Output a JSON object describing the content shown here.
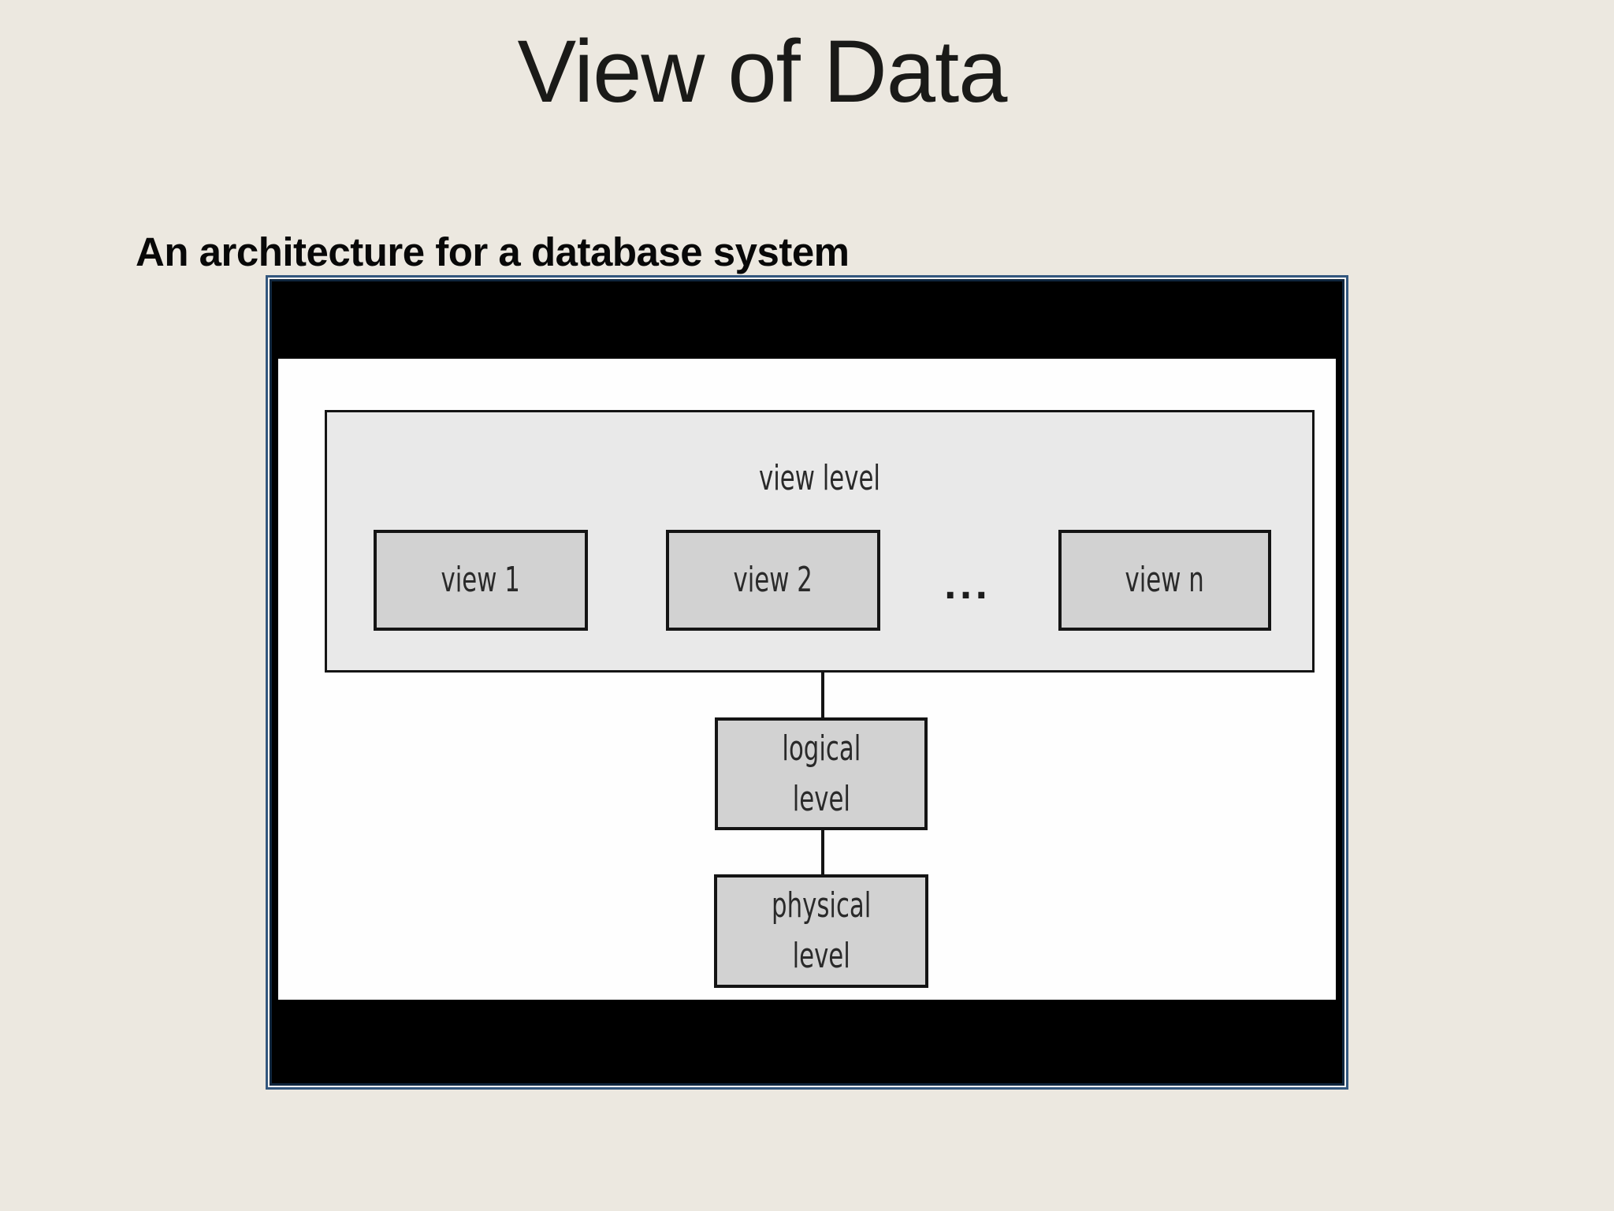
{
  "slide": {
    "title": "View of Data",
    "subtitle": "An architecture for a database system"
  },
  "diagram": {
    "view_level_label": "view level",
    "views": [
      "view 1",
      "view 2",
      "view n"
    ],
    "ellipsis": "...",
    "logical_label": "logical\nlevel",
    "physical_label": "physical\nlevel",
    "structure_note_edges": [
      "view level -> logical level",
      "logical level -> physical level"
    ]
  },
  "colors": {
    "page-bg": "#ece8e0",
    "title-color": "#1a1a18",
    "scan-black": "#000000",
    "white-area": "#fefefe",
    "panel-gray": "#e9e9e9",
    "box-gray": "#d2d2d2",
    "box-border": "#141414",
    "frame-outer": "#33577e",
    "frame-inner": "#10263e",
    "frame-gap": "#f2f2f2",
    "scan-text": "#2a2a2a"
  }
}
